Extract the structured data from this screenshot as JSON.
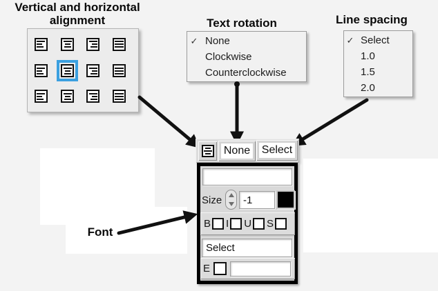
{
  "labels": {
    "alignment_title": "Vertical and horizontal alignment",
    "rotation_title": "Text rotation",
    "spacing_title": "Line spacing",
    "font_label": "Font"
  },
  "icons": {
    "menu_check_glyph": "✓",
    "arrow_color": "#111111"
  },
  "alignment_grid": {
    "vertical_options": [
      "top",
      "middle",
      "bottom"
    ],
    "horizontal_options": [
      "left",
      "center",
      "right",
      "justify"
    ],
    "selected_vertical": "middle",
    "selected_horizontal": "center",
    "highlight_color": "#3ba0e0"
  },
  "rotation_menu": {
    "items": [
      {
        "label": "None",
        "checked": true
      },
      {
        "label": "Clockwise",
        "checked": false
      },
      {
        "label": "Counterclockwise",
        "checked": false
      }
    ]
  },
  "spacing_menu": {
    "items": [
      {
        "label": "Select",
        "checked": true
      },
      {
        "label": "1.0",
        "checked": false
      },
      {
        "label": "1.5",
        "checked": false
      },
      {
        "label": "2.0",
        "checked": false
      }
    ]
  },
  "font_panel": {
    "rotation_button": "None",
    "spacing_button": "Select",
    "font_name_field": "",
    "size": {
      "label": "Size",
      "value": "-1"
    },
    "color_swatch": "#000000",
    "style_toggles": [
      {
        "label": "B",
        "checked": false
      },
      {
        "label": "I",
        "checked": false
      },
      {
        "label": "U",
        "checked": false
      },
      {
        "label": "S",
        "checked": false
      }
    ],
    "font_select_field": "Select",
    "strikeout_row": {
      "label": "E",
      "checked": false,
      "field_value": ""
    }
  }
}
